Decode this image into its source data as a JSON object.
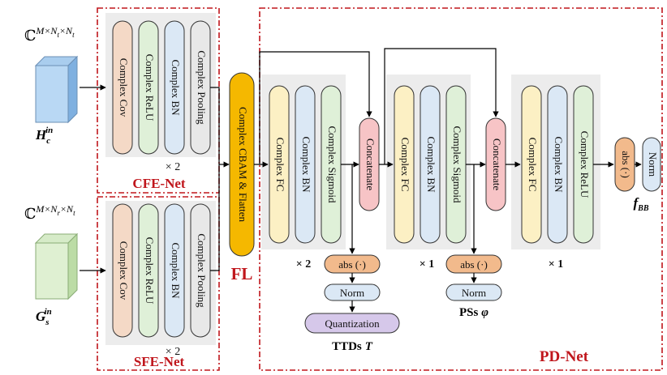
{
  "inputs": {
    "top_math": "ℂ",
    "top_sup": "M×N",
    "top_sub_t": "t",
    "top_sup2": "×N",
    "top_sub_t2": "t",
    "top_name": "H",
    "top_name_sub": "c",
    "top_name_sup": "in",
    "bot_math": "ℂ",
    "bot_sup": "M×N",
    "bot_sub_r": "r",
    "bot_sup2": "×N",
    "bot_sub_t2": "t",
    "bot_name": "G",
    "bot_name_sub": "s",
    "bot_name_sup": "in"
  },
  "cfe": {
    "blocks": [
      "Complex Cov",
      "Complex ReLU",
      "Complex BN",
      "Complex Pooling"
    ],
    "repeat": "× 2",
    "title": "CFE-Net"
  },
  "sfe": {
    "blocks": [
      "Complex Cov",
      "Complex ReLU",
      "Complex BN",
      "Complex Pooling"
    ],
    "repeat": "× 2",
    "title": "SFE-Net"
  },
  "fl": {
    "block": "Complex CBAM & Flatten",
    "title": "FL"
  },
  "pd": {
    "group1": [
      "Complex FC",
      "Complex BN",
      "Complex Sigmoid"
    ],
    "group1_repeat": "× 2",
    "group2": [
      "Complex FC",
      "Complex BN",
      "Complex Sigmoid"
    ],
    "group2_repeat": "× 1",
    "group3": [
      "Complex FC",
      "Complex BN",
      "Complex ReLU"
    ],
    "group3_repeat": "× 1",
    "concat": "Concatenate",
    "abs": "abs (·)",
    "norm": "Norm",
    "quant": "Quantization",
    "ttd_label": "TTDs",
    "ttd_symbol": "T",
    "ps_label": "PSs",
    "ps_symbol": "φ",
    "title": "PD-Net"
  },
  "output": {
    "abs": "abs (·)",
    "norm": "Norm",
    "name": "f",
    "name_sub": "BB"
  },
  "colors": {
    "red": "#c0161c",
    "orange_pill": "#f4d9c6",
    "green_pill": "#dff0d8",
    "blue_pill": "#dbe8f5",
    "gray_pill": "#e8e8e8",
    "yellow_pill": "#fcf0c4",
    "pink_pill": "#f7c4c6",
    "fl_pill": "#f5b800",
    "abs_pill": "#f2ba8c",
    "quant_pill": "#d6c8ea"
  }
}
